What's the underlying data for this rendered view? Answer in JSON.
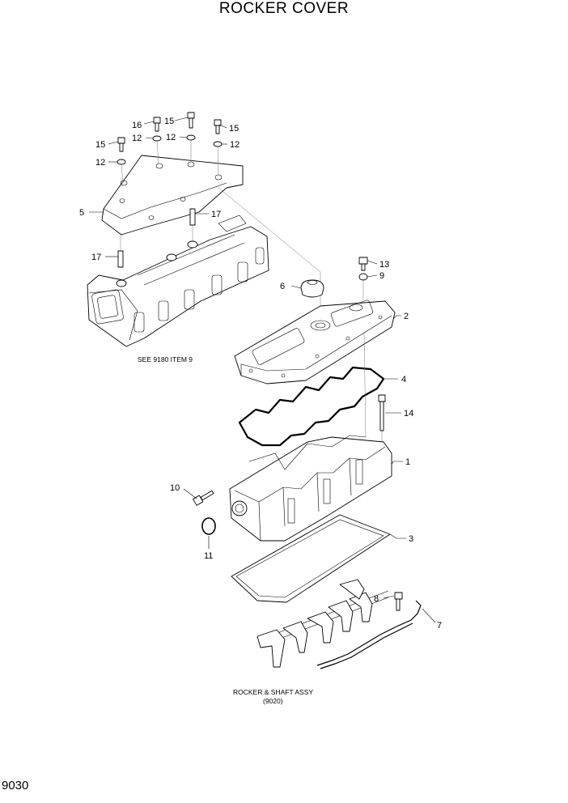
{
  "title": "ROCKER COVER",
  "page_number": "9030",
  "notes": {
    "manifold_ref": "SEE 9180 ITEM 9",
    "rocker_ref_line1": "ROCKER & SHAFT ASSY",
    "rocker_ref_line2": "(9020)"
  },
  "callouts": [
    "16",
    "15",
    "15",
    "15",
    "12",
    "12",
    "12",
    "15",
    "12",
    "5",
    "17",
    "17",
    "6",
    "13",
    "9",
    "2",
    "4",
    "14",
    "1",
    "10",
    "11",
    "3",
    "8",
    "7"
  ]
}
